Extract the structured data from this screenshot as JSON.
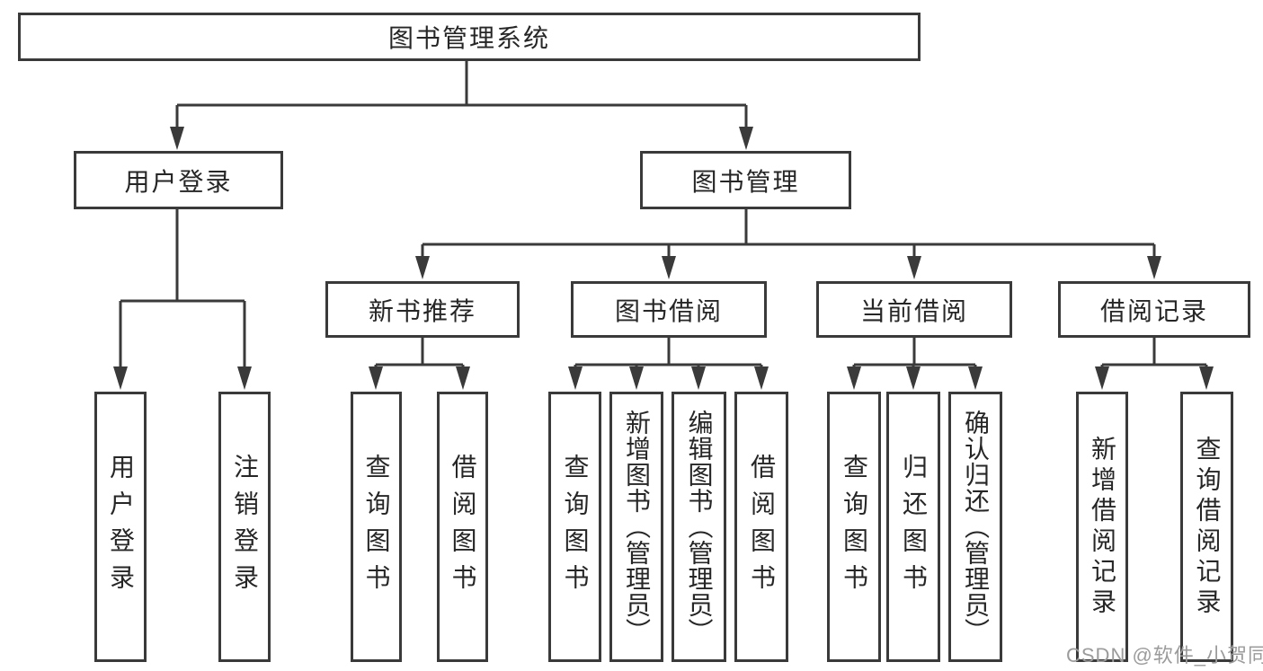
{
  "tree": {
    "root": "图书管理系统",
    "branches": [
      {
        "label": "用户登录",
        "children": [
          "用户登录",
          "注销登录"
        ]
      },
      {
        "label": "图书管理",
        "groups": [
          {
            "label": "新书推荐",
            "children": [
              "查询图书",
              "借阅图书"
            ]
          },
          {
            "label": "图书借阅",
            "children": [
              "查询图书",
              "新增图书（管理员）",
              "编辑图书（管理员）",
              "借阅图书"
            ]
          },
          {
            "label": "当前借阅",
            "children": [
              "查询图书",
              "归还图书",
              "确认归还（管理员）"
            ]
          },
          {
            "label": "借阅记录",
            "children": [
              "新增借阅记录",
              "查询借阅记录"
            ]
          }
        ]
      }
    ]
  },
  "watermark": {
    "text": "CSDN @软件_小贺同学",
    "color": "#9b9b9b"
  },
  "colors": {
    "line": "#3a3a3a",
    "box_border": "#3a3a3a",
    "text": "#262626",
    "background": "#ffffff"
  }
}
